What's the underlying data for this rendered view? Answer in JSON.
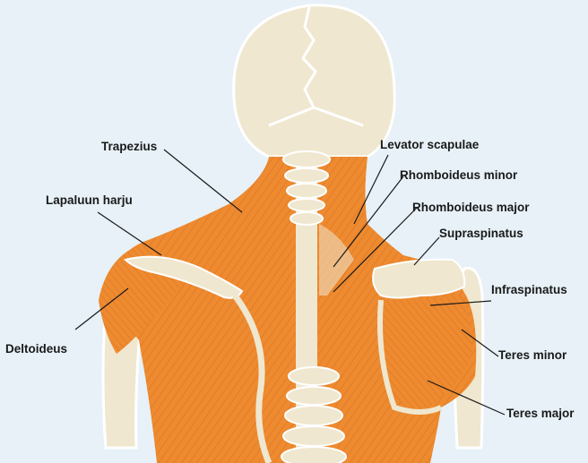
{
  "diagram": {
    "colors": {
      "background": "#e7f1f7",
      "muscle": "#ee8a2f",
      "muscle_dark": "#c9621a",
      "bone": "#efe7cf",
      "bone_stroke": "#ffffff",
      "leader": "#1a1a1a"
    },
    "labels": {
      "trapezius": "Trapezius",
      "lapaluun_harju": "Lapaluun harju",
      "deltoideus": "Deltoideus",
      "levator_scapulae": "Levator scapulae",
      "rhomboideus_minor": "Rhomboideus minor",
      "rhomboideus_major": "Rhomboideus major",
      "supraspinatus": "Supraspinatus",
      "infraspinatus": "Infraspinatus",
      "teres_minor": "Teres minor",
      "teres_major": "Teres major"
    }
  }
}
